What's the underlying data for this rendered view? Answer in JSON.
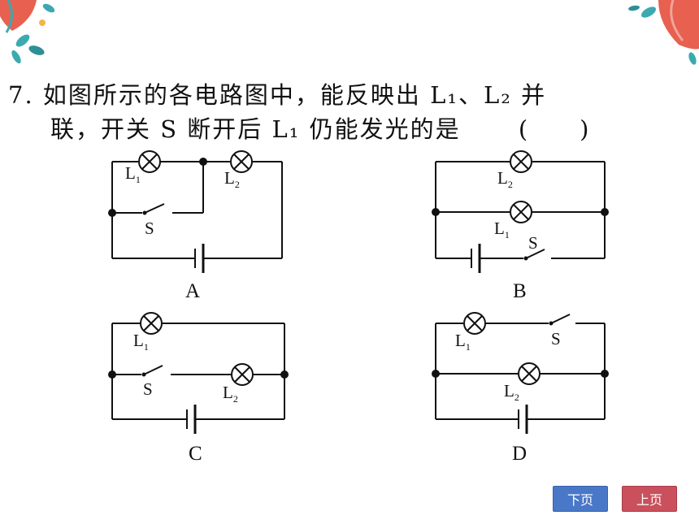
{
  "question": {
    "number": "7.",
    "line1": "如图所示的各电路图中，能反映出 L₁、L₂ 并",
    "line2": "联，开关 S 断开后 L₁ 仍能发光的是",
    "bracket": "(　　)"
  },
  "circuits": {
    "A": {
      "option": "A",
      "lamp1": "L",
      "lamp1_sub": "1",
      "lamp2": "L",
      "lamp2_sub": "2",
      "switch": "S"
    },
    "B": {
      "option": "B",
      "lamp1": "L",
      "lamp1_sub": "1",
      "lamp2": "L",
      "lamp2_sub": "2",
      "switch": "S"
    },
    "C": {
      "option": "C",
      "lamp1": "L",
      "lamp1_sub": "1",
      "lamp2": "L",
      "lamp2_sub": "2",
      "switch": "S"
    },
    "D": {
      "option": "D",
      "lamp1": "L",
      "lamp1_sub": "1",
      "lamp2": "L",
      "lamp2_sub": "2",
      "switch": "S"
    }
  },
  "nav": {
    "next": "下页",
    "prev": "上页"
  },
  "colors": {
    "next_button": "#4a78c8",
    "prev_button": "#c9505c",
    "decor_red": "#e8604f",
    "decor_teal": "#3aaab0"
  }
}
